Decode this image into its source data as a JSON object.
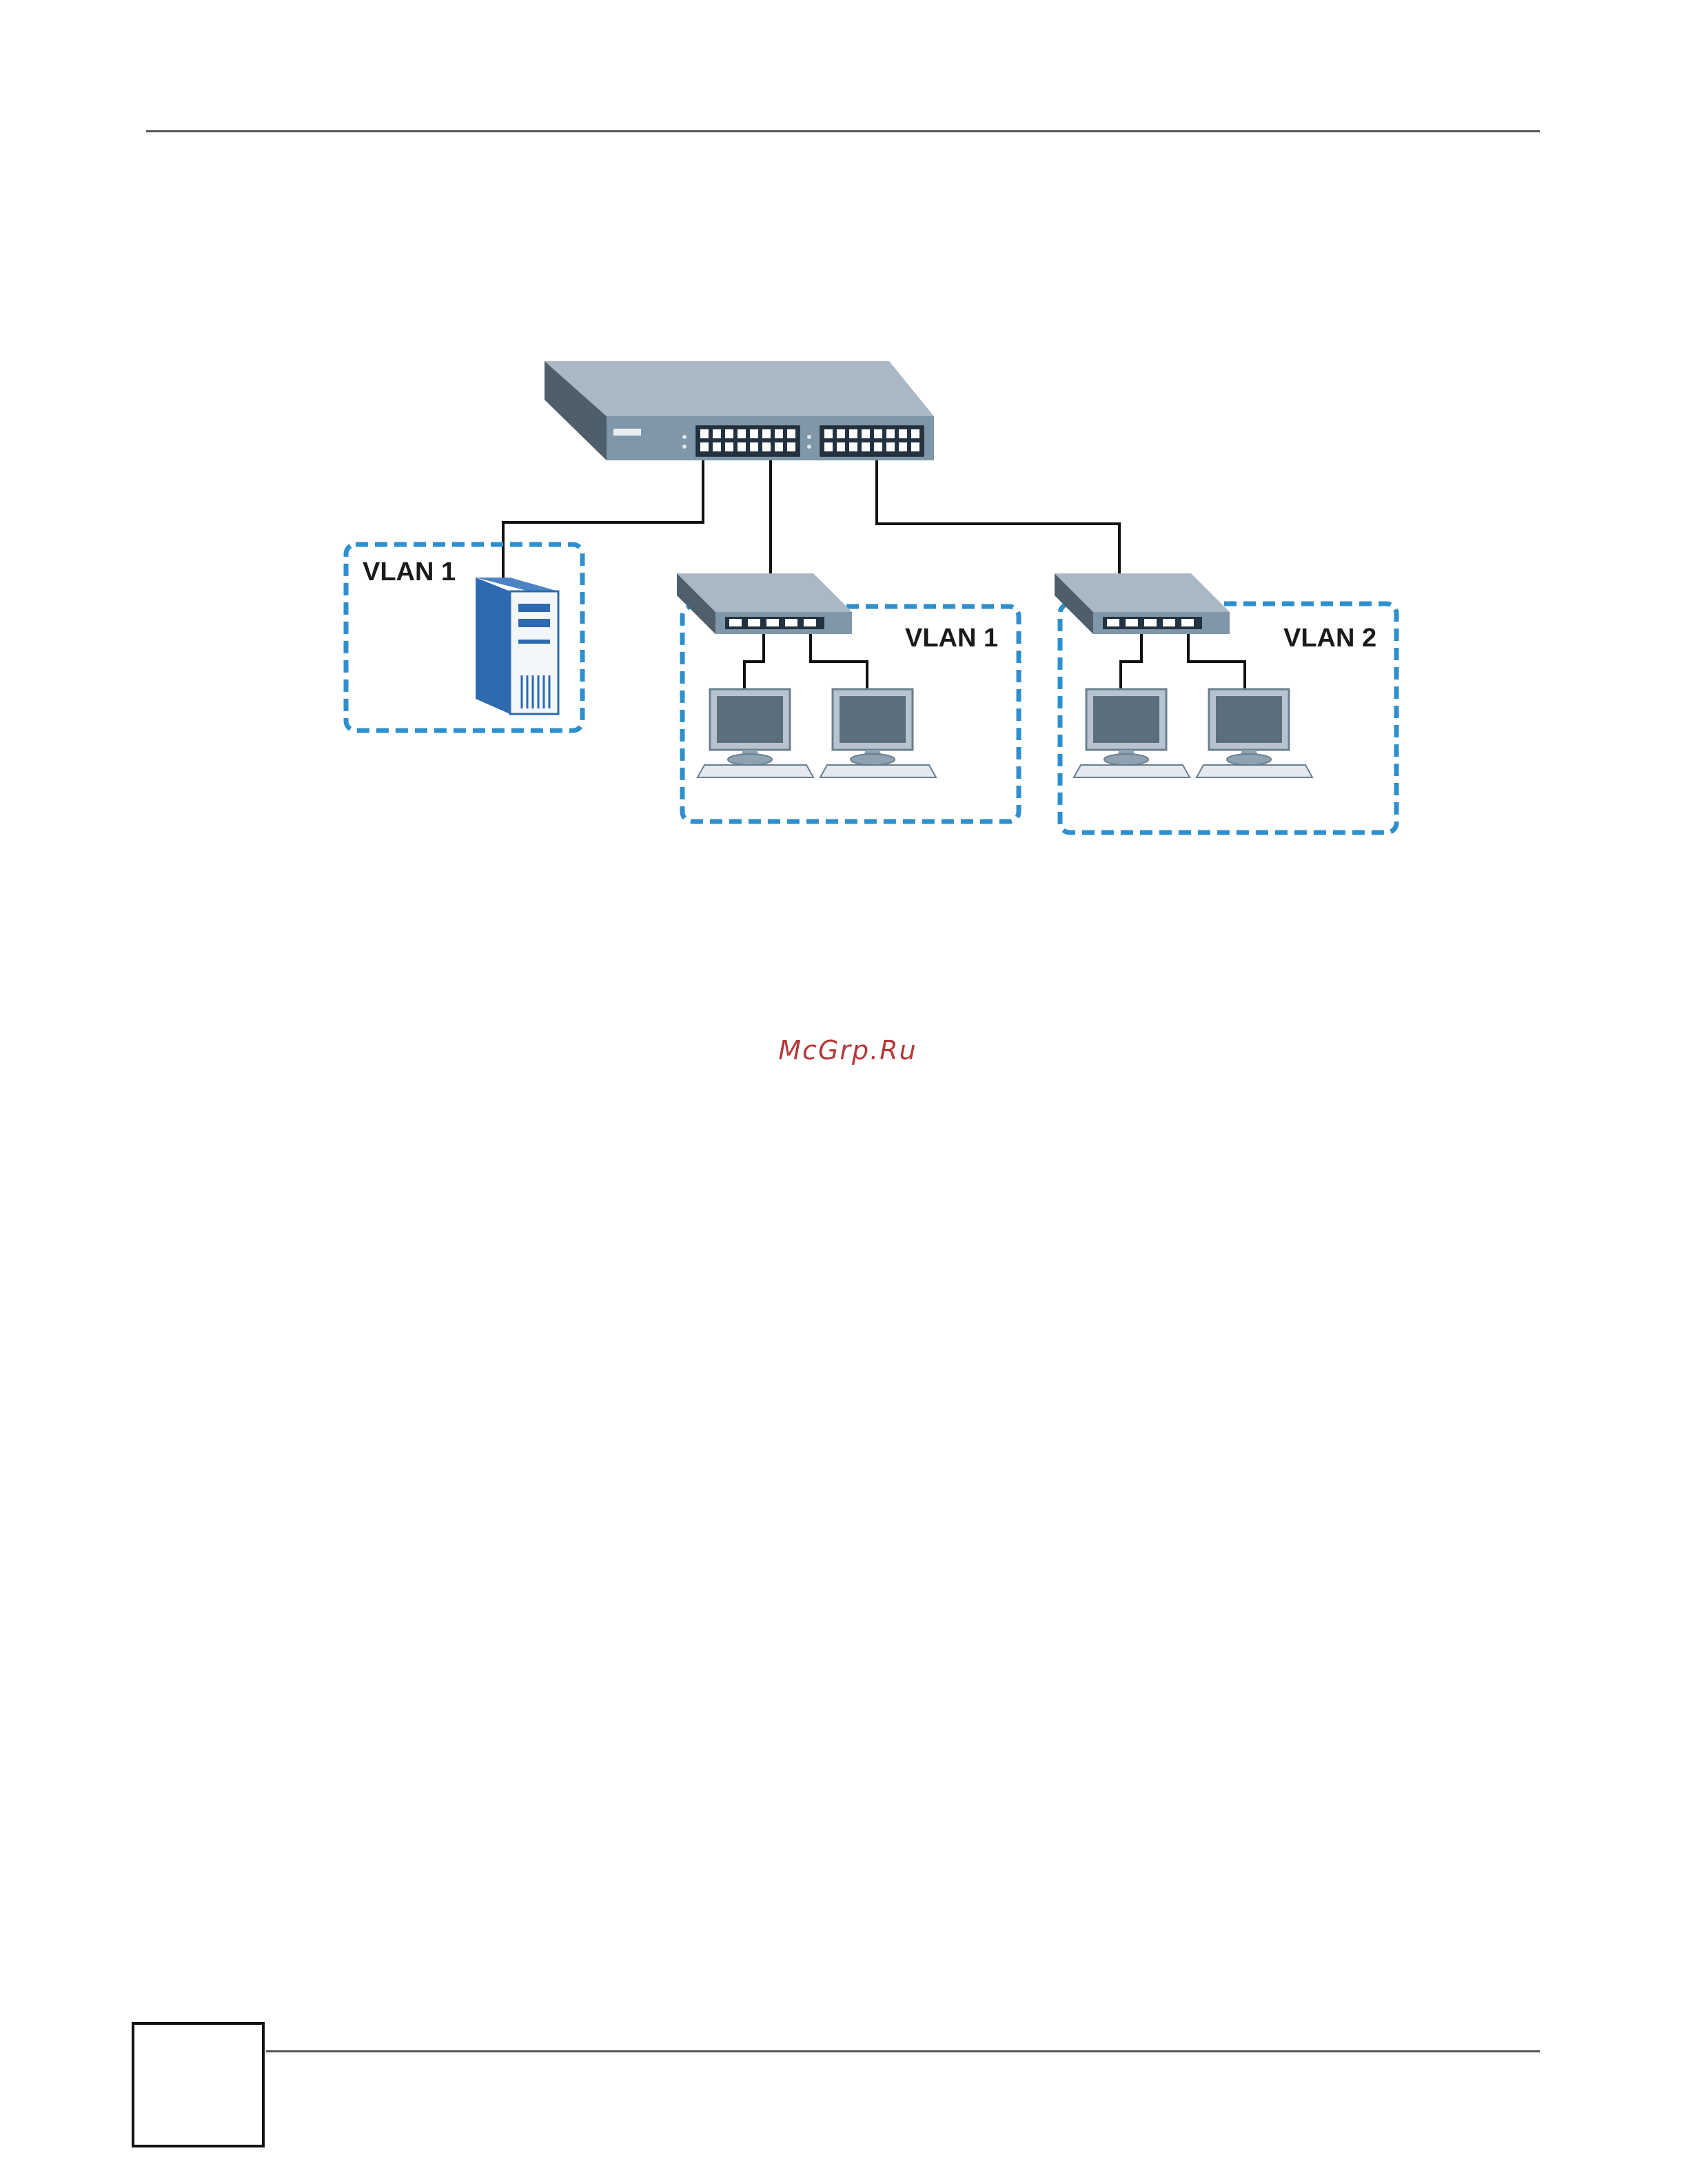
{
  "watermark": "McGrp.Ru",
  "labels": {
    "vlan_server": "VLAN 1",
    "vlan_group_a": "VLAN 1",
    "vlan_group_b": "VLAN 2"
  },
  "colors": {
    "vlan_border": "#2d8fce",
    "device_top": "#a9b8c4",
    "device_front": "#7f97a8",
    "device_side": "#4e5f6b",
    "server_blue": "#2d6ab0",
    "link": "#111111"
  }
}
